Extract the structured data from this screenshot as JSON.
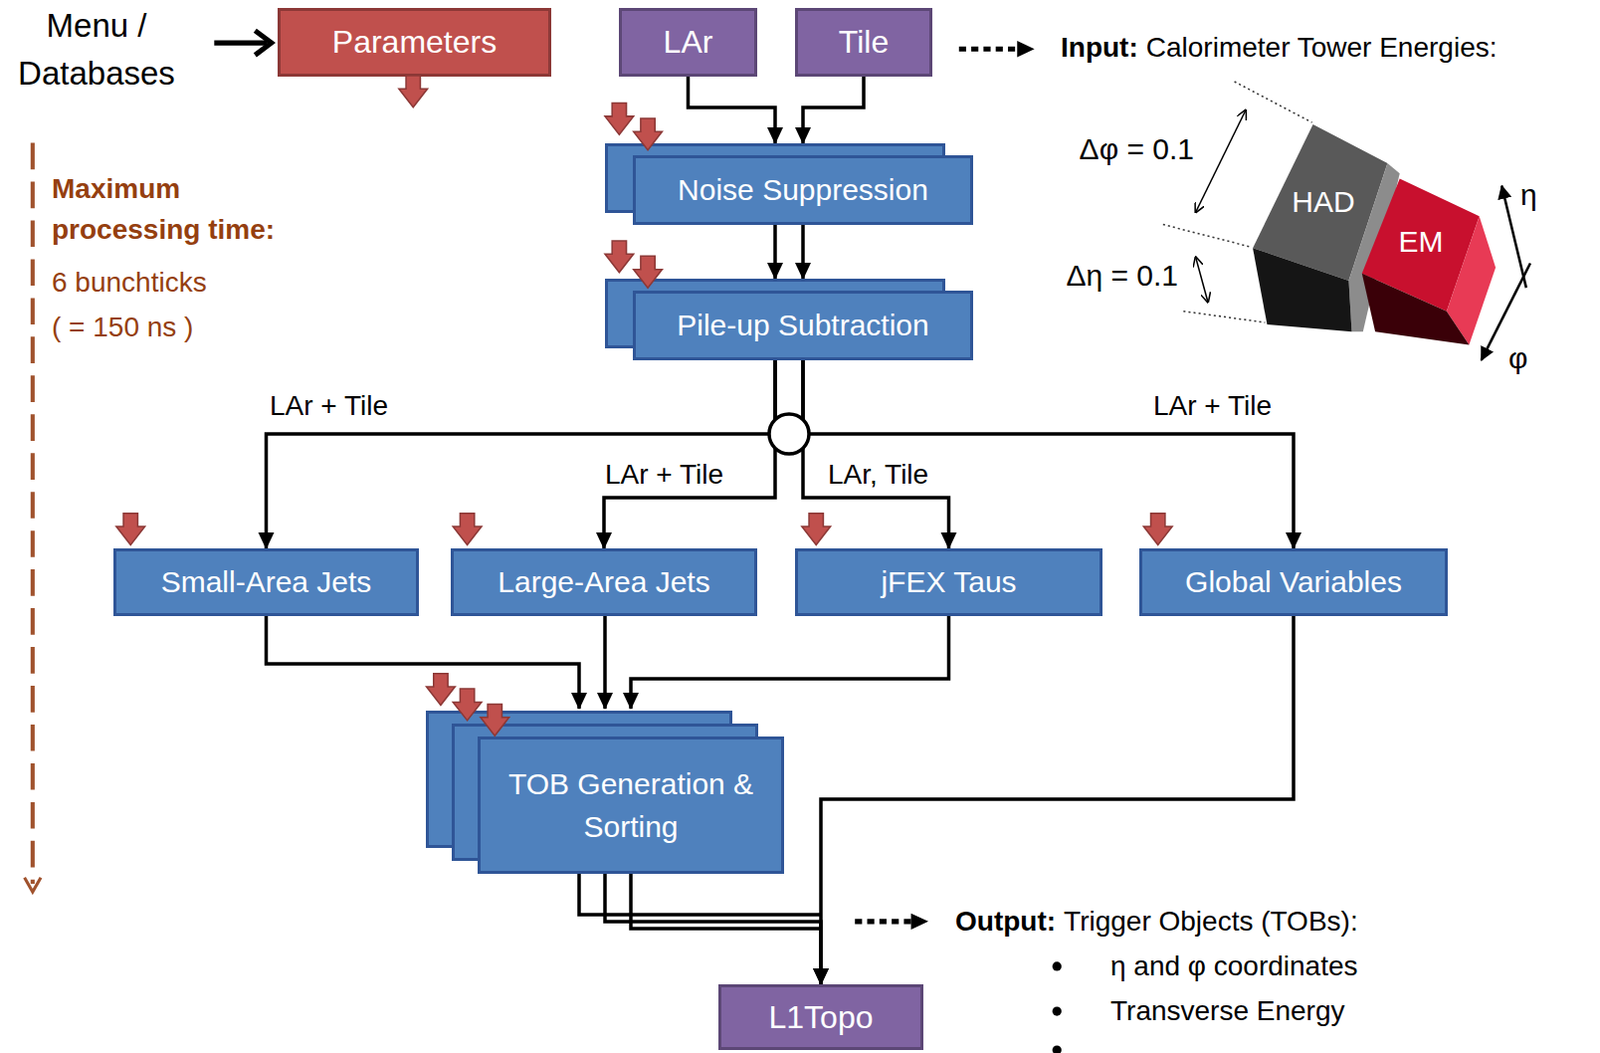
{
  "diagram": {
    "nodes": [
      {
        "text": [
          "Parameters"
        ]
      },
      {
        "text": [
          "LAr"
        ]
      },
      {
        "text": [
          "Tile"
        ]
      },
      {
        "text": [
          "Noise Suppression"
        ]
      },
      {
        "text": [
          "Pile-up Subtraction"
        ]
      },
      {
        "text": [
          "Small-Area Jets"
        ]
      },
      {
        "text": [
          "Large-Area Jets"
        ]
      },
      {
        "text": [
          "jFEX Taus"
        ]
      },
      {
        "text": [
          "Global Variables"
        ]
      },
      {
        "text": [
          "TOB Generation & Sorting"
        ]
      },
      {
        "text": [
          "L1Topo"
        ]
      },
      {
        "text": [
          "HAD"
        ]
      },
      {
        "text": [
          "EM"
        ]
      }
    ],
    "edges": [
      {
        "from": 1,
        "to": 3,
        "arrow": "to"
      },
      {
        "from": 2,
        "to": 3,
        "arrow": "to"
      },
      {
        "from": 3,
        "to": 4,
        "arrow": "to"
      },
      {
        "from": 4,
        "to": 5,
        "label": "LAr + Tile",
        "arrow": "to"
      },
      {
        "from": 4,
        "to": 6,
        "label": "LAr + Tile",
        "arrow": "to"
      },
      {
        "from": 4,
        "to": 7,
        "label": "LAr, Tile",
        "arrow": "to"
      },
      {
        "from": 4,
        "to": 8,
        "label": "LAr + Tile",
        "arrow": "to"
      },
      {
        "from": 5,
        "to": 9,
        "arrow": "to"
      },
      {
        "from": 6,
        "to": 9,
        "arrow": "to"
      },
      {
        "from": 7,
        "to": 9,
        "arrow": "to"
      },
      {
        "from": 9,
        "to": 10,
        "arrow": "to"
      },
      {
        "from": 8,
        "to": 10,
        "arrow": "to"
      }
    ],
    "labels": [
      "Menu / Databases",
      "Maximum processing time:",
      "6 bunchticks",
      "( = 150 ns )",
      "Input:",
      "Calorimeter Tower Energies:",
      "Δφ = 0.1",
      "Δη = 0.1",
      "η",
      "φ",
      "Output:",
      "Trigger Objects (TOBs):",
      "η and φ coordinates",
      "Transverse Energy"
    ]
  }
}
